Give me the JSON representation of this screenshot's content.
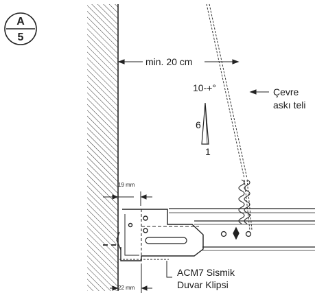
{
  "badge": {
    "top": "A",
    "bottom": "5"
  },
  "labels": {
    "min_distance": "min. 20 cm",
    "angle": "10-+°",
    "slope_rise": "6",
    "slope_run": "1",
    "wire_line1": "Çevre",
    "wire_line2": "askı teli",
    "dim_19": "19 mm",
    "dim_22": "22 mm",
    "clip_line1": "ACM7 Sismik",
    "clip_line2": "Duvar Klipsi"
  }
}
